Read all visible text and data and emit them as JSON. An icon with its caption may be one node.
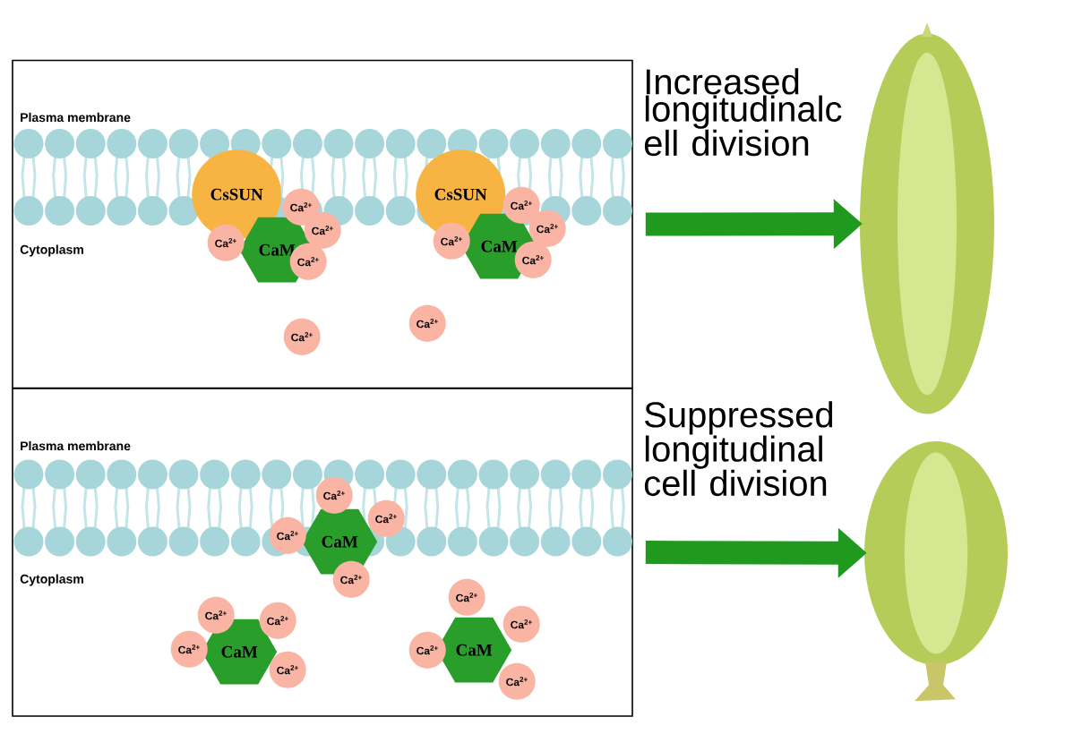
{
  "diagram": {
    "nodes": [
      {
        "text": [],
        "shape": "box"
      },
      {
        "text": [
          "CsSUN"
        ],
        "in": 0
      },
      {
        "text": [
          "CaM"
        ],
        "in": 0
      },
      {
        "text": [
          "Ca$^{2+}$"
        ],
        "in": 0
      },
      {
        "text": [
          "Ca$^{2+}$"
        ],
        "in": 0
      },
      {
        "text": [
          "Ca$^{2+}$"
        ],
        "in": 0
      },
      {
        "text": [
          "Ca$^{2+}$"
        ],
        "in": 0
      },
      {
        "text": [
          "CsSUN"
        ],
        "in": 0
      },
      {
        "text": [
          "CaM"
        ],
        "in": 0
      },
      {
        "text": [
          "Ca$^{2+}$"
        ],
        "in": 0
      },
      {
        "text": [
          "Ca$^{2+}$"
        ],
        "in": 0
      },
      {
        "text": [
          "Ca$^{2+}$"
        ],
        "in": 0
      },
      {
        "text": [
          "Ca$^{2+}$"
        ],
        "in": 0
      },
      {
        "text": [
          "Ca$^{2+}$"
        ],
        "in": 0
      },
      {
        "text": [
          "Ca$^{2+}$"
        ],
        "in": 0
      },
      {
        "text": [],
        "shape": "box"
      },
      {
        "text": [
          "CaM"
        ],
        "in": 15
      },
      {
        "text": [
          "Ca$^{2+}$"
        ],
        "in": 15
      },
      {
        "text": [
          "Ca$^{2+}$"
        ],
        "in": 15
      },
      {
        "text": [
          "Ca$^{2+}$"
        ],
        "in": 15
      },
      {
        "text": [
          "Ca$^{2+}$"
        ],
        "in": 15
      },
      {
        "text": [
          "CaM"
        ],
        "in": 15
      },
      {
        "text": [
          "Ca$^{2+}$"
        ],
        "in": 15
      },
      {
        "text": [
          "Ca$^{2+}$"
        ],
        "in": 15
      },
      {
        "text": [
          "Ca$^{2+}$"
        ],
        "in": 15
      },
      {
        "text": [
          "Ca$^{2+}$"
        ],
        "in": 15
      },
      {
        "text": [
          "CaM"
        ],
        "in": 15
      },
      {
        "text": [
          "Ca$^{2+}$"
        ],
        "in": 15
      },
      {
        "text": [
          "Ca$^{2+}$"
        ],
        "in": 15
      },
      {
        "text": [
          "Ca$^{2+}$"
        ],
        "in": 15
      },
      {
        "text": [
          "Ca$^{2+}$"
        ],
        "in": 15
      },
      {
        "text": [],
        "shape": "picture"
      },
      {
        "text": [],
        "shape": "picture"
      }
    ],
    "edges": [
      {
        "from": 0,
        "to": 31,
        "arrow": "to",
        "label": "Increased longitudinalc ell division"
      },
      {
        "from": 15,
        "to": 32,
        "arrow": "to",
        "label": "Suppressed longitudinal cell division"
      }
    ],
    "labels": [
      "Plasma membrane",
      "Cytoplasm",
      "Plasma membrane",
      "Cytoplasm"
    ]
  }
}
